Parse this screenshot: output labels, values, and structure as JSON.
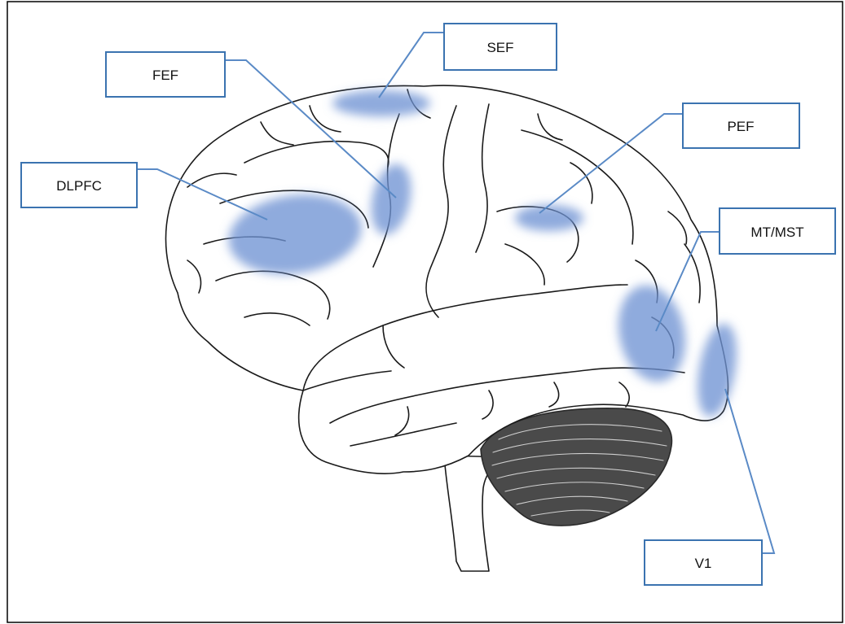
{
  "colors": {
    "highlight": "#6f93d4",
    "leader": "#5a8ac6",
    "box_border": "#3b73b0",
    "brain_outline": "#1a1a1a",
    "cerebellum": "#4a4a4a"
  },
  "regions": [
    {
      "id": "sef",
      "label": "SEF"
    },
    {
      "id": "fef",
      "label": "FEF"
    },
    {
      "id": "pef",
      "label": "PEF"
    },
    {
      "id": "dlpfc",
      "label": "DLPFC"
    },
    {
      "id": "mt-mst",
      "label": "MT/MST"
    },
    {
      "id": "v1",
      "label": "V1"
    }
  ]
}
